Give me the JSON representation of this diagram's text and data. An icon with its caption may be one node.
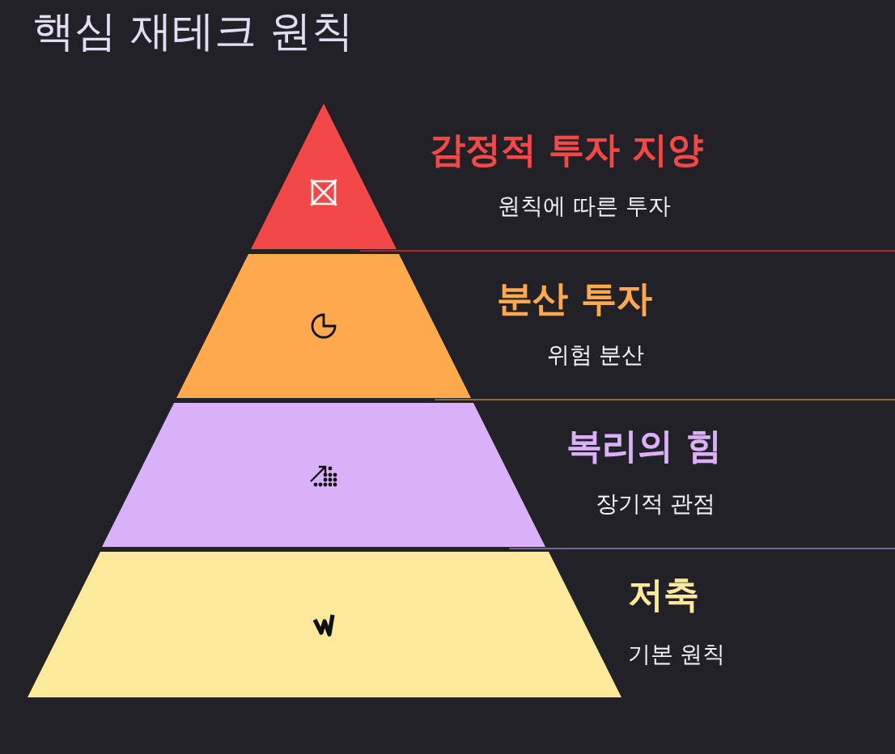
{
  "diagram": {
    "title": "핵심 재테크 원칙",
    "nodes": [
      {
        "text": [
          "감정적 투자 지양",
          "원칙에 따른 투자"
        ]
      },
      {
        "text": [
          "분산 투자",
          "위험 분산"
        ]
      },
      {
        "text": [
          "복리의 힘",
          "장기적 관점"
        ]
      },
      {
        "text": [
          "저축",
          "기본 원칙"
        ]
      }
    ]
  }
}
